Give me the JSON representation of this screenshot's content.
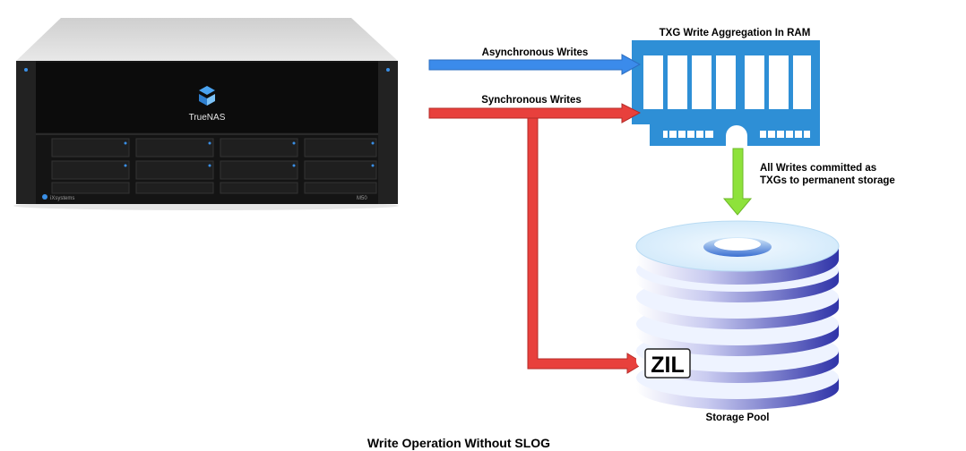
{
  "title": "Write Operation Without SLOG",
  "server": {
    "brand": "TrueNAS",
    "maker": "iXsystems",
    "model": "M50"
  },
  "ram": {
    "label": "TXG Write Aggregation In RAM"
  },
  "flows": {
    "async_label": "Asynchronous Writes",
    "sync_label": "Synchronous Writes",
    "commit_line1": "All Writes committed as",
    "commit_line2": "TXGs to permanent storage"
  },
  "pool": {
    "label": "Storage Pool",
    "zil_label": "ZIL"
  },
  "colors": {
    "async_arrow": "#3b8beb",
    "sync_arrow": "#e8403c",
    "commit_arrow": "#8ee23b",
    "ram_fill": "#2e8fd6",
    "disk_top": "#dff0fb",
    "disk_side": "#3b3fb0"
  }
}
